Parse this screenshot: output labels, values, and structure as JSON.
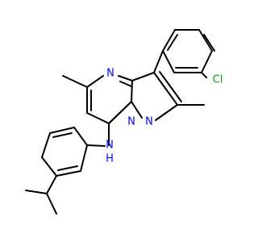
{
  "molecule": {
    "atoms": {
      "n4": "N",
      "n7a": "N",
      "n1": "N",
      "nh": "N",
      "h": "H",
      "cl": "Cl"
    },
    "colors": {
      "bond": "#000000",
      "nitrogen": "#0000ff",
      "chlorine": "#00a000"
    }
  }
}
